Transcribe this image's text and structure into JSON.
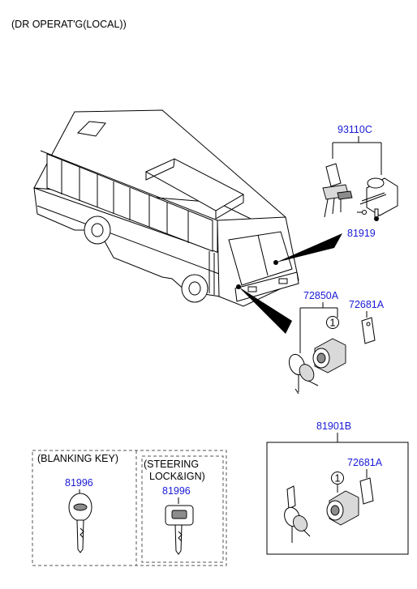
{
  "header": {
    "title": "(DR OPERAT'G(LOCAL))"
  },
  "parts": {
    "p93110C": "93110C",
    "p81919": "81919",
    "p72850A": "72850A",
    "p72681A_top": "72681A",
    "p81901B": "81901B",
    "p72681A_box": "72681A",
    "p81996_blank": "81996",
    "p81996_steer": "81996"
  },
  "callouts": {
    "c1_top": "1",
    "c1_box": "1"
  },
  "groups": {
    "blanking_key": "(BLANKING KEY)",
    "steering_line1": "(STEERING",
    "steering_line2": "LOCK&IGN)"
  },
  "colors": {
    "part_number": "#1a1ad6",
    "text": "#000000"
  }
}
